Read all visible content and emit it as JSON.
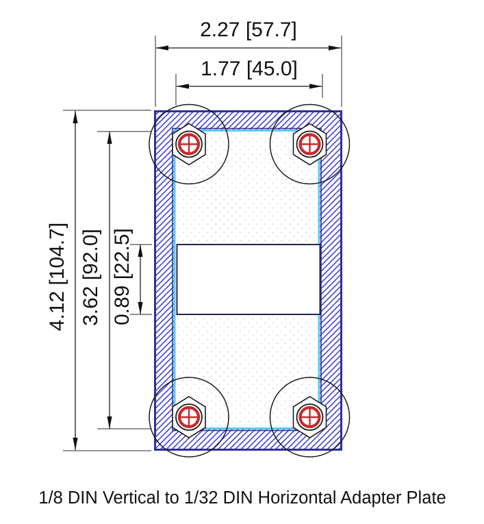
{
  "drawing": {
    "caption": "1/8 DIN Vertical to 1/32 DIN Horizontal Adapter Plate",
    "dimensions": {
      "outer_width": {
        "label": "2.27 [57.7]",
        "inches": "2.27",
        "mm": "57.7"
      },
      "panel_cutout_width": {
        "label": "1.77 [45.0]",
        "inches": "1.77",
        "mm": "45.0"
      },
      "outer_height": {
        "label": "4.12 [104.7]",
        "inches": "4.12",
        "mm": "104.7"
      },
      "panel_cutout_height": {
        "label": "3.62 [92.0]",
        "inches": "3.62",
        "mm": "92.0"
      },
      "slot_cutout_height": {
        "label": "0.89 [22.5]",
        "inches": "0.89",
        "mm": "22.5"
      }
    },
    "colors": {
      "hatch_blue": "#2a2ad0",
      "outline_navy": "#30309a",
      "cutout_cyan": "#5cc8f2",
      "hole_red": "#c82a2a",
      "line_black": "#1a1a1a",
      "stipple_gray": "#d6d6d6"
    },
    "features": {
      "mounting_holes": 4,
      "hole_marker": "red crosshair in hex nut with clearance circle"
    }
  }
}
